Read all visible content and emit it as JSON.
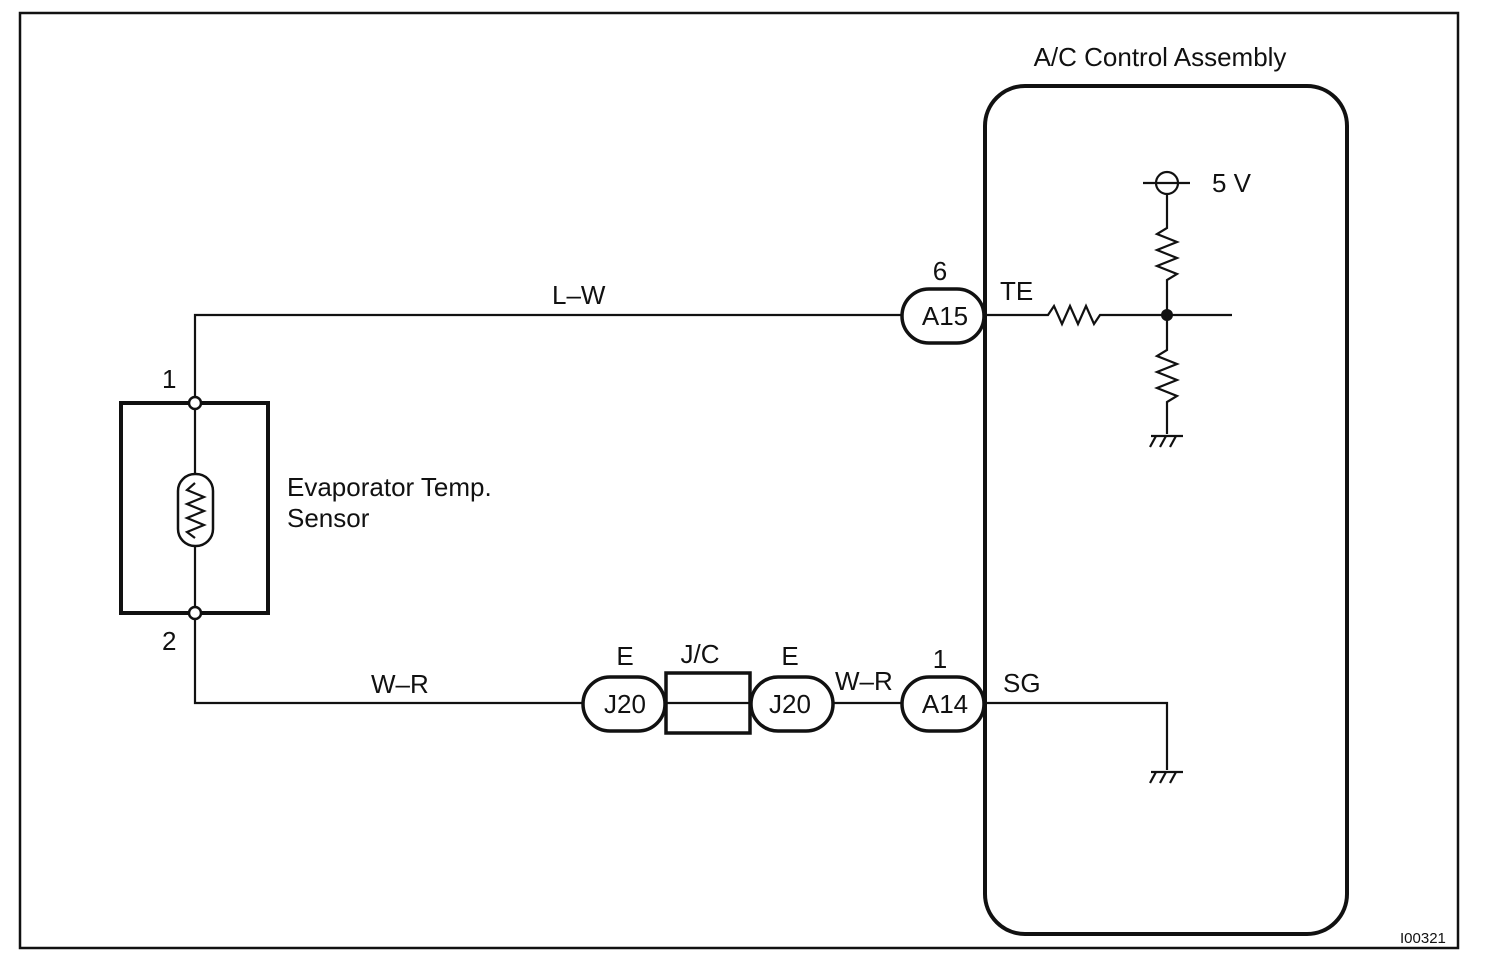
{
  "labels": {
    "assembly_title": "A/C Control Assembly",
    "supply_voltage": "5 V",
    "terminal_te": "TE",
    "terminal_sg": "SG",
    "wire_lw": "L–W",
    "wire_wr_left": "W–R",
    "wire_wr_right": "W–R",
    "sensor_name_line1": "Evaporator Temp.",
    "sensor_name_line2": "Sensor",
    "sensor_pin_1": "1",
    "sensor_pin_2": "2",
    "a15_pin": "6",
    "a15_connector": "A15",
    "a14_pin": "1",
    "a14_connector": "A14",
    "j20_left_pin": "E",
    "j20_left_connector": "J20",
    "j20_right_pin": "E",
    "j20_right_connector": "J20",
    "junction_connector": "J/C",
    "figure_code": "I00321"
  }
}
